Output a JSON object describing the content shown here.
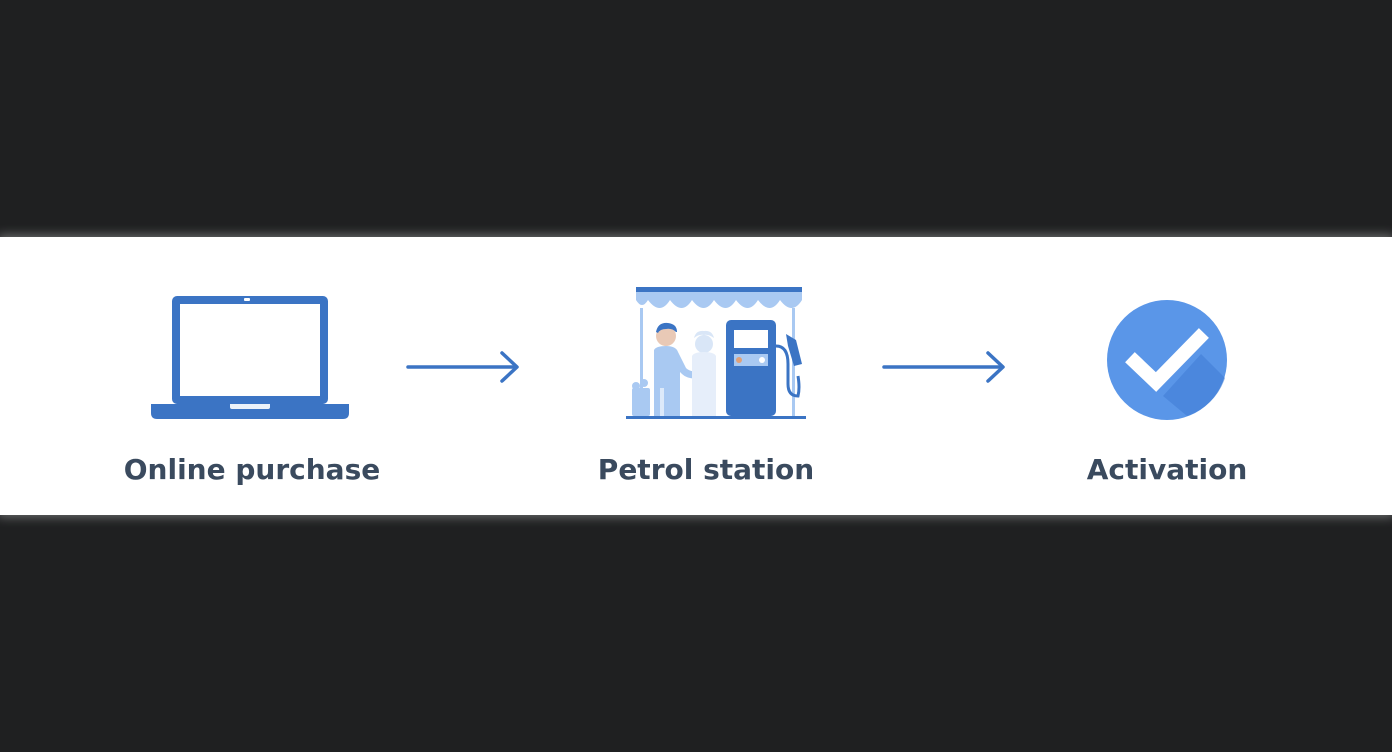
{
  "steps": [
    {
      "label": "Online purchase",
      "icon": "laptop-icon"
    },
    {
      "label": "Petrol station",
      "icon": "petrol-station-icon"
    },
    {
      "label": "Activation",
      "icon": "checkmark-circle-icon"
    }
  ],
  "connectors": [
    "arrow-right-icon",
    "arrow-right-icon"
  ],
  "colors": {
    "background": "#1f2021",
    "band": "#ffffff",
    "primary_blue": "#3b74c4",
    "light_blue": "#a9c9f2",
    "check_blue": "#5a96e8",
    "label_text": "#3a4a5e"
  }
}
